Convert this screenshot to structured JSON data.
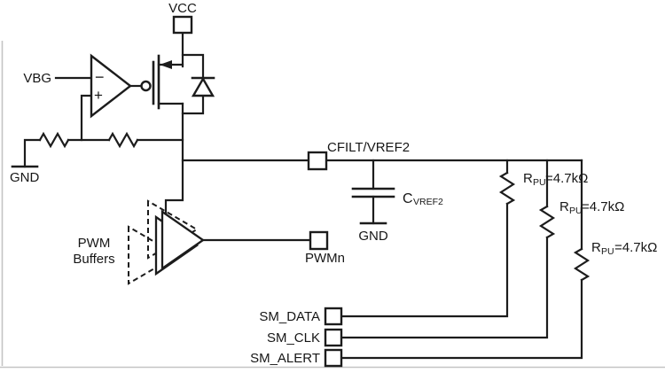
{
  "schematic": {
    "power": {
      "vcc": "VCC",
      "vbg": "VBG",
      "gnd_left": "GND",
      "gnd_cap": "GND"
    },
    "opamp": {
      "minus": "−",
      "plus": "+"
    },
    "buffers": {
      "line1": "PWM",
      "line2": "Buffers"
    },
    "terminals": {
      "cfilt": "CFILT/VREF2",
      "pwmn": "PWMn",
      "sm_data": "SM_DATA",
      "sm_clk": "SM_CLK",
      "sm_alert": "SM_ALERT"
    },
    "capacitor": {
      "base": "C",
      "sub": "VREF2"
    },
    "pullups": [
      {
        "base": "R",
        "sub": "PU",
        "value": "=4.7kΩ"
      },
      {
        "base": "R",
        "sub": "PU",
        "value": "=4.7kΩ"
      },
      {
        "base": "R",
        "sub": "PU",
        "value": "=4.7kΩ"
      }
    ],
    "colors": {
      "line": "#1c1c1c",
      "background": "#ffffff",
      "frame": "#c4c4c4"
    }
  }
}
